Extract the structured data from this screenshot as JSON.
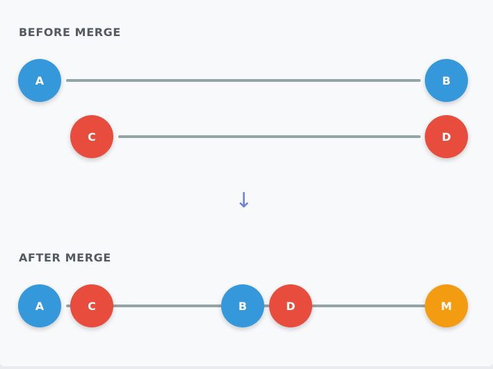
{
  "before": {
    "title": "BEFORE MERGE",
    "row1": {
      "nodes": [
        {
          "label": "A",
          "color": "#3498db"
        },
        {
          "label": "B",
          "color": "#3498db"
        }
      ]
    },
    "row2": {
      "nodes": [
        {
          "label": "C",
          "color": "#e74c3c"
        },
        {
          "label": "D",
          "color": "#e74c3c"
        }
      ]
    }
  },
  "arrow": {
    "glyph": "↓",
    "color": "#6b7fe3"
  },
  "after": {
    "title": "AFTER MERGE",
    "nodes": [
      {
        "label": "A",
        "color": "#3498db"
      },
      {
        "label": "C",
        "color": "#e74c3c"
      },
      {
        "label": "B",
        "color": "#3498db"
      },
      {
        "label": "D",
        "color": "#e74c3c"
      },
      {
        "label": "M",
        "color": "#f39c12"
      }
    ]
  },
  "edge_color": "#95a5a6"
}
